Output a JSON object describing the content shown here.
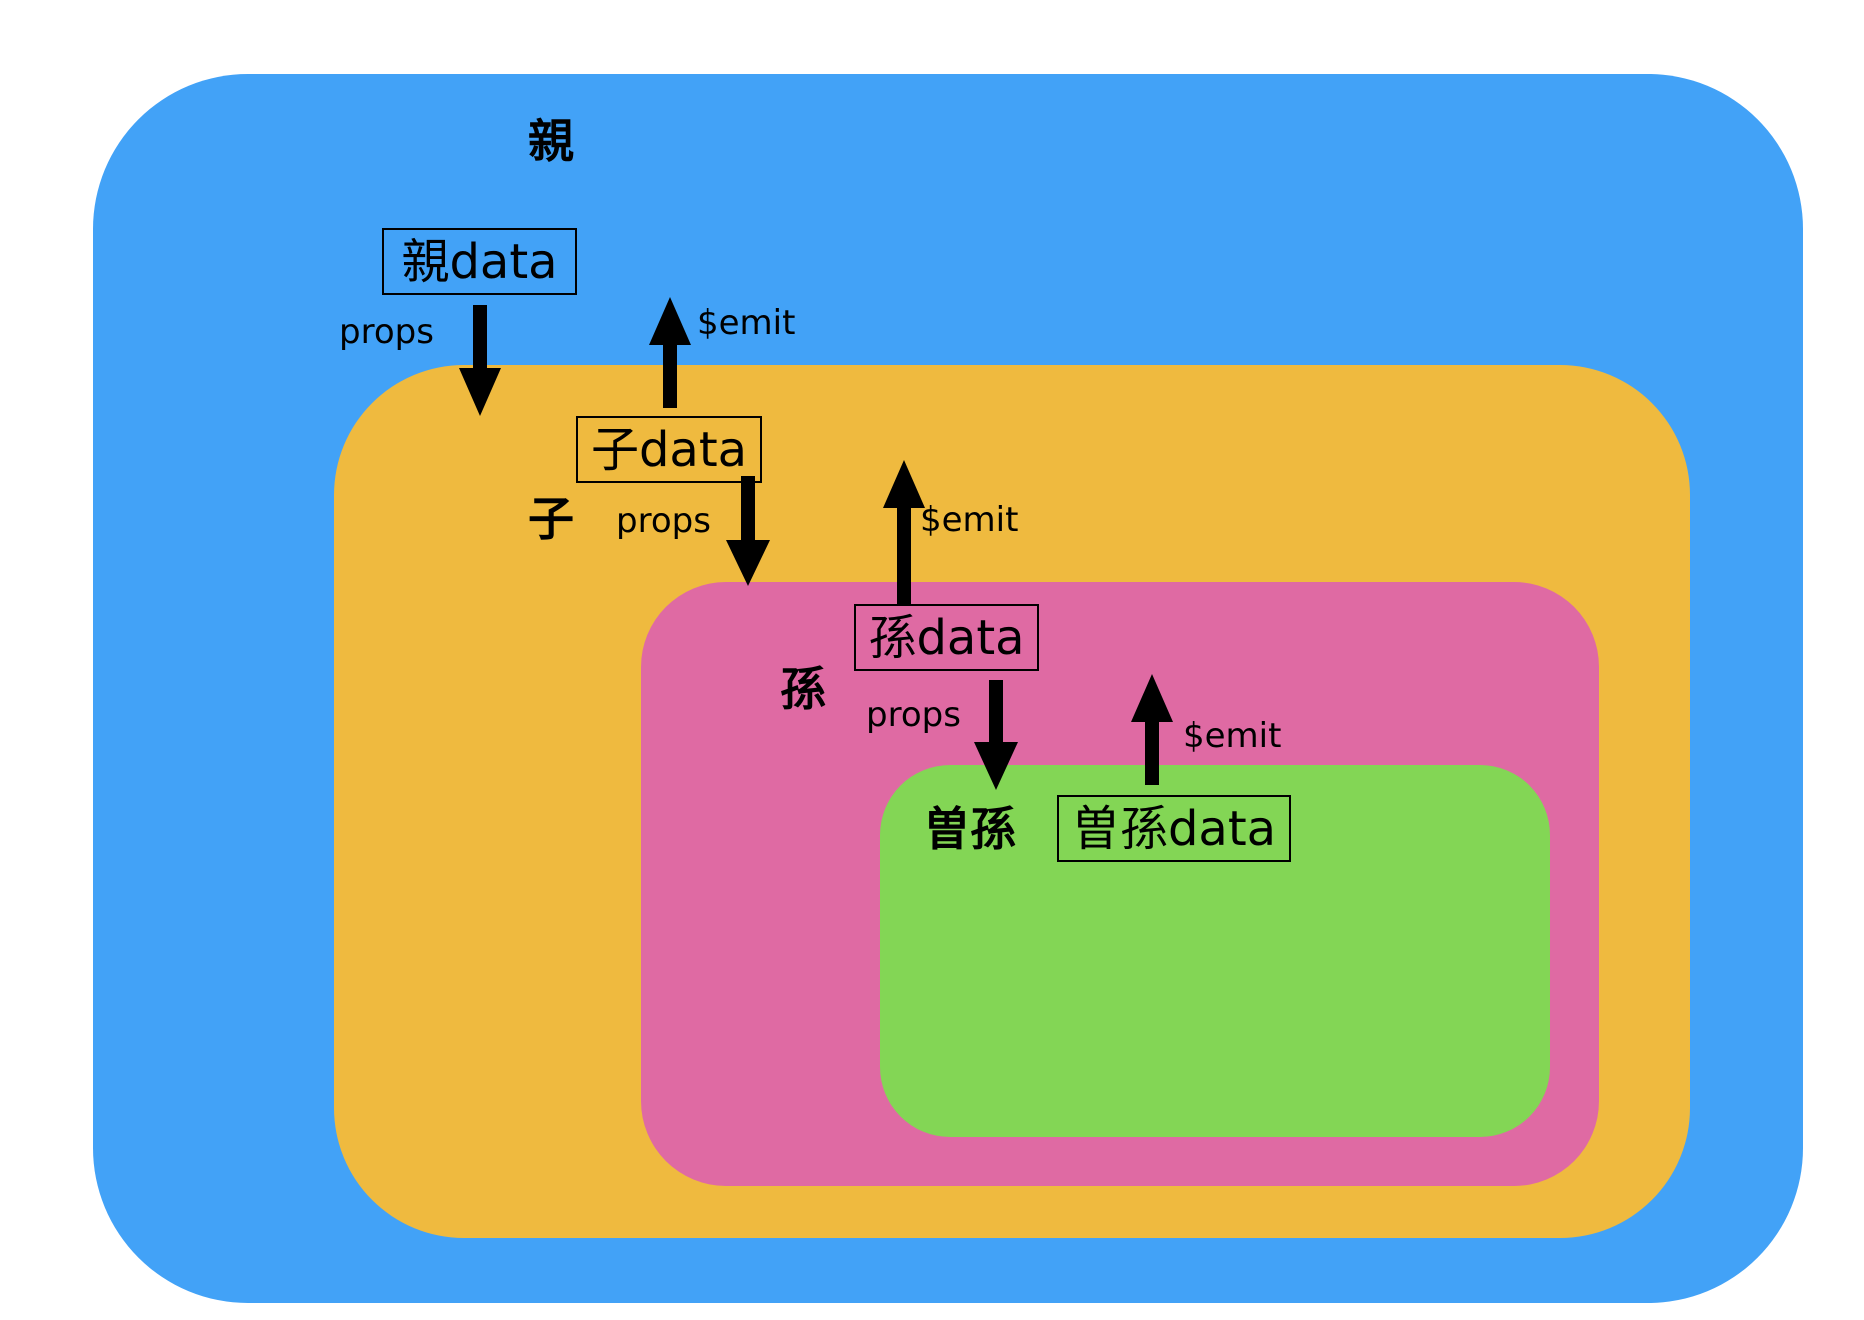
{
  "colors": {
    "parent": "#42A2F7",
    "child": "#EFBA3F",
    "grandchild": "#DF6AA3",
    "great_grandchild": "#83D655",
    "arrow": "#000000"
  },
  "regions": {
    "parent": {
      "label": "親",
      "data_box": "親data",
      "props_label": "props",
      "emit_label": "$emit"
    },
    "child": {
      "label": "子",
      "data_box": "子data",
      "props_label": "props",
      "emit_label": "$emit"
    },
    "grandchild": {
      "label": "孫",
      "data_box": "孫data",
      "props_label": "props",
      "emit_label": "$emit"
    },
    "great_grandchild": {
      "label": "曽孫",
      "data_box": "曽孫data"
    }
  }
}
